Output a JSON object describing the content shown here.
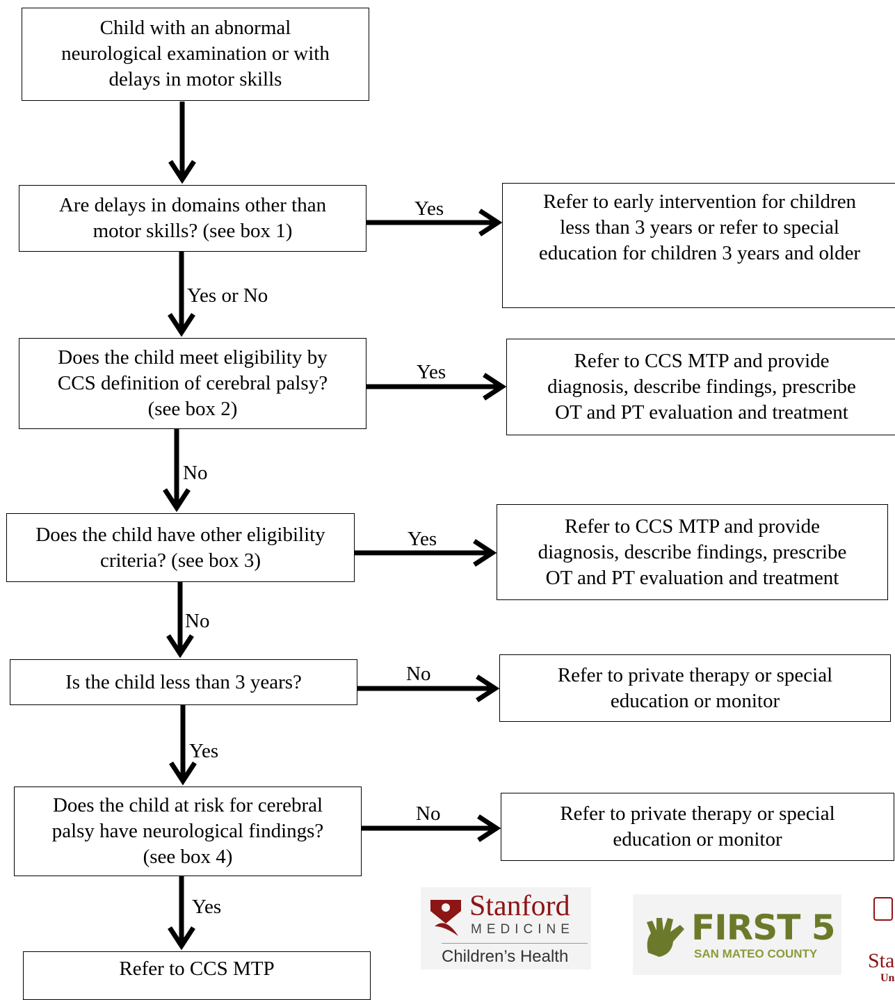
{
  "boxes": {
    "start": [
      "Child with an abnormal",
      "neurological examination or with",
      "delays in motor skills"
    ],
    "q1": [
      "Are delays in domains other than",
      "motor skills? (see box 1)"
    ],
    "r1": [
      "Refer to early intervention for children",
      "less than 3 years or refer to special",
      "education for children 3 years and older"
    ],
    "q2": [
      "Does the child meet eligibility by",
      "CCS definition of cerebral palsy?",
      "(see box 2)"
    ],
    "r2": [
      "Refer to CCS MTP and provide",
      "diagnosis, describe findings, prescribe",
      "OT and PT evaluation and treatment"
    ],
    "q3": [
      "Does the child have other eligibility",
      "criteria? (see box 3)"
    ],
    "r3": [
      "Refer to CCS MTP and provide",
      "diagnosis, describe findings, prescribe",
      "OT and PT evaluation and treatment"
    ],
    "q4": [
      "Is the child less than 3 years?"
    ],
    "r4": [
      "Refer to private therapy or special",
      "education or monitor"
    ],
    "q5": [
      "Does the child at risk for cerebral",
      "palsy have neurological findings?",
      "(see box 4)"
    ],
    "r5": [
      "Refer to private therapy or special",
      "education or monitor"
    ],
    "end": [
      "Refer to CCS MTP"
    ]
  },
  "labels": {
    "q1_right": "Yes",
    "q1_down": "Yes or No",
    "q2_right": "Yes",
    "q2_down": "No",
    "q3_right": "Yes",
    "q3_down": "No",
    "q4_right": "No",
    "q4_down": "Yes",
    "q5_right": "No",
    "q5_down": "Yes"
  },
  "logos": {
    "stanford_medicine": {
      "name": "Stanford",
      "line2": "MEDICINE",
      "line3": "Children’s Health"
    },
    "first5": {
      "name": "FIRST 5",
      "line2": "SAN MATEO COUNTY"
    },
    "stanford_university": {
      "name": "Sta",
      "line2": "Un"
    }
  },
  "colors": {
    "stanford_red": "#8c1515",
    "first5_green": "#6b7a2a",
    "logo_bg": "#f3f3f3"
  }
}
